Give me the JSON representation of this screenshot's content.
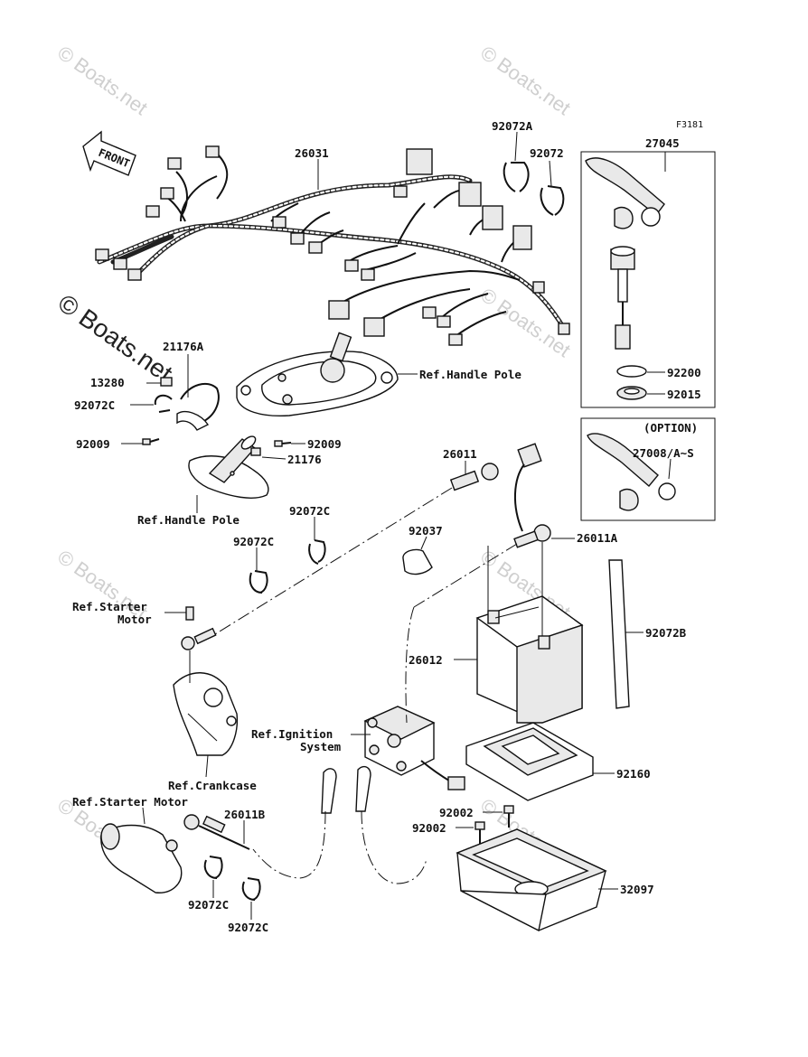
{
  "figure_code": "F3181",
  "front_label": "FRONT",
  "watermark": "© Boats.net",
  "option_box": {
    "title": "(OPTION)"
  },
  "labels": {
    "p26031": "26031",
    "p92072A": "92072A",
    "p92072": "92072",
    "p27045": "27045",
    "p92200": "92200",
    "p92015": "92015",
    "p27008": "27008/A~S",
    "p21176A": "21176A",
    "p13280": "13280",
    "p92072C_a": "92072C",
    "p92009_a": "92009",
    "p92009_b": "92009",
    "p21176": "21176",
    "ref_handle_pole_a": "Ref.Handle Pole",
    "ref_handle_pole_b": "Ref.Handle Pole",
    "p26011": "26011",
    "p92072C_b": "92072C",
    "p92072C_c": "92072C",
    "p92037": "92037",
    "p26011A": "26011A",
    "ref_starter_motor_a_1": "Ref.Starter",
    "ref_starter_motor_a_2": "Motor",
    "p92072B": "92072B",
    "p26012": "26012",
    "ref_ignition_1": "Ref.Ignition",
    "ref_ignition_2": "System",
    "ref_crankcase": "Ref.Crankcase",
    "p92160": "92160",
    "ref_starter_motor_b": "Ref.Starter Motor",
    "p26011B": "26011B",
    "p92002_a": "92002",
    "p92002_b": "92002",
    "p32097": "32097",
    "p92072C_d": "92072C",
    "p92072C_e": "92072C"
  }
}
